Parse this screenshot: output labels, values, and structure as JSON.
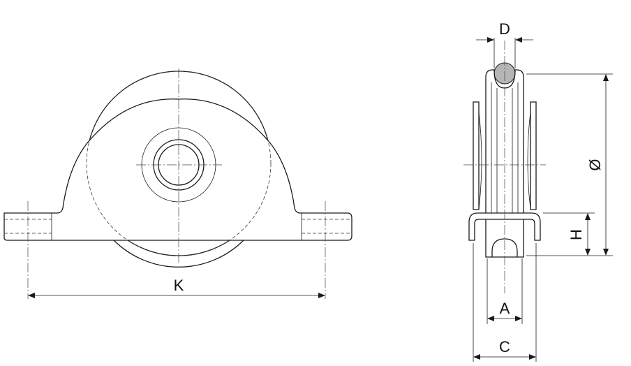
{
  "labels": {
    "K": "K",
    "D": "D",
    "diameter": "Ø",
    "H": "H",
    "A": "A",
    "C": "C"
  },
  "colors": {
    "line": "#1a1a1a",
    "track_ball": "#b5b5b5"
  }
}
